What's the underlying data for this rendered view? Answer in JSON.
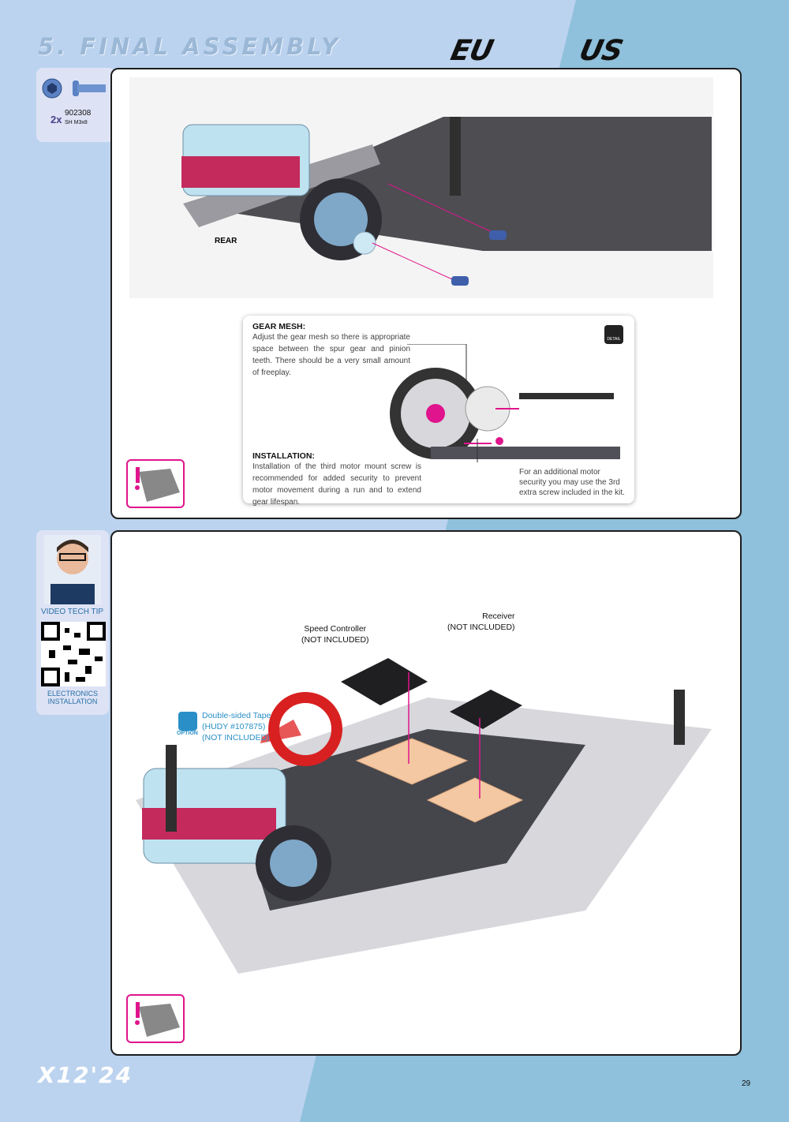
{
  "header": {
    "title": "5. FINAL ASSEMBLY",
    "brand_eu": "EU",
    "brand_us": "US"
  },
  "part": {
    "qty": "2x",
    "code": "902308",
    "desc": "SH M3x8"
  },
  "step1": {
    "rear_label": "REAR",
    "gear_mesh": {
      "title": "GEAR MESH:",
      "text": "Adjust the gear mesh so there is appropriate space between the spur gear and pinion teeth. There should be a very small amount of freeplay."
    },
    "installation": {
      "title": "INSTALLATION:",
      "text": "Installation of the third motor mount screw is recommended for added security to prevent motor movement during a run and to extend gear lifespan."
    },
    "extra_note": "For an additional motor security you may use the 3rd extra screw included in the kit.",
    "detail_badge": "DETAIL"
  },
  "video": {
    "label": "VIDEO TECH TIP",
    "caption": "ELECTRONICS INSTALLATION"
  },
  "step2": {
    "speed_controller": "Speed Controller\n(NOT INCLUDED)",
    "receiver": "Receiver\n(NOT INCLUDED)",
    "option_badge": "OPTION",
    "tape": "Double-sided Tape\n(HUDY #107875)\n(NOT INCLUDED)"
  },
  "footer": {
    "model": "X12'24",
    "page": "29"
  },
  "colors": {
    "accent": "#e0148c",
    "light_blue": "#bcd3ef",
    "mid_blue": "#8fc0dc"
  }
}
